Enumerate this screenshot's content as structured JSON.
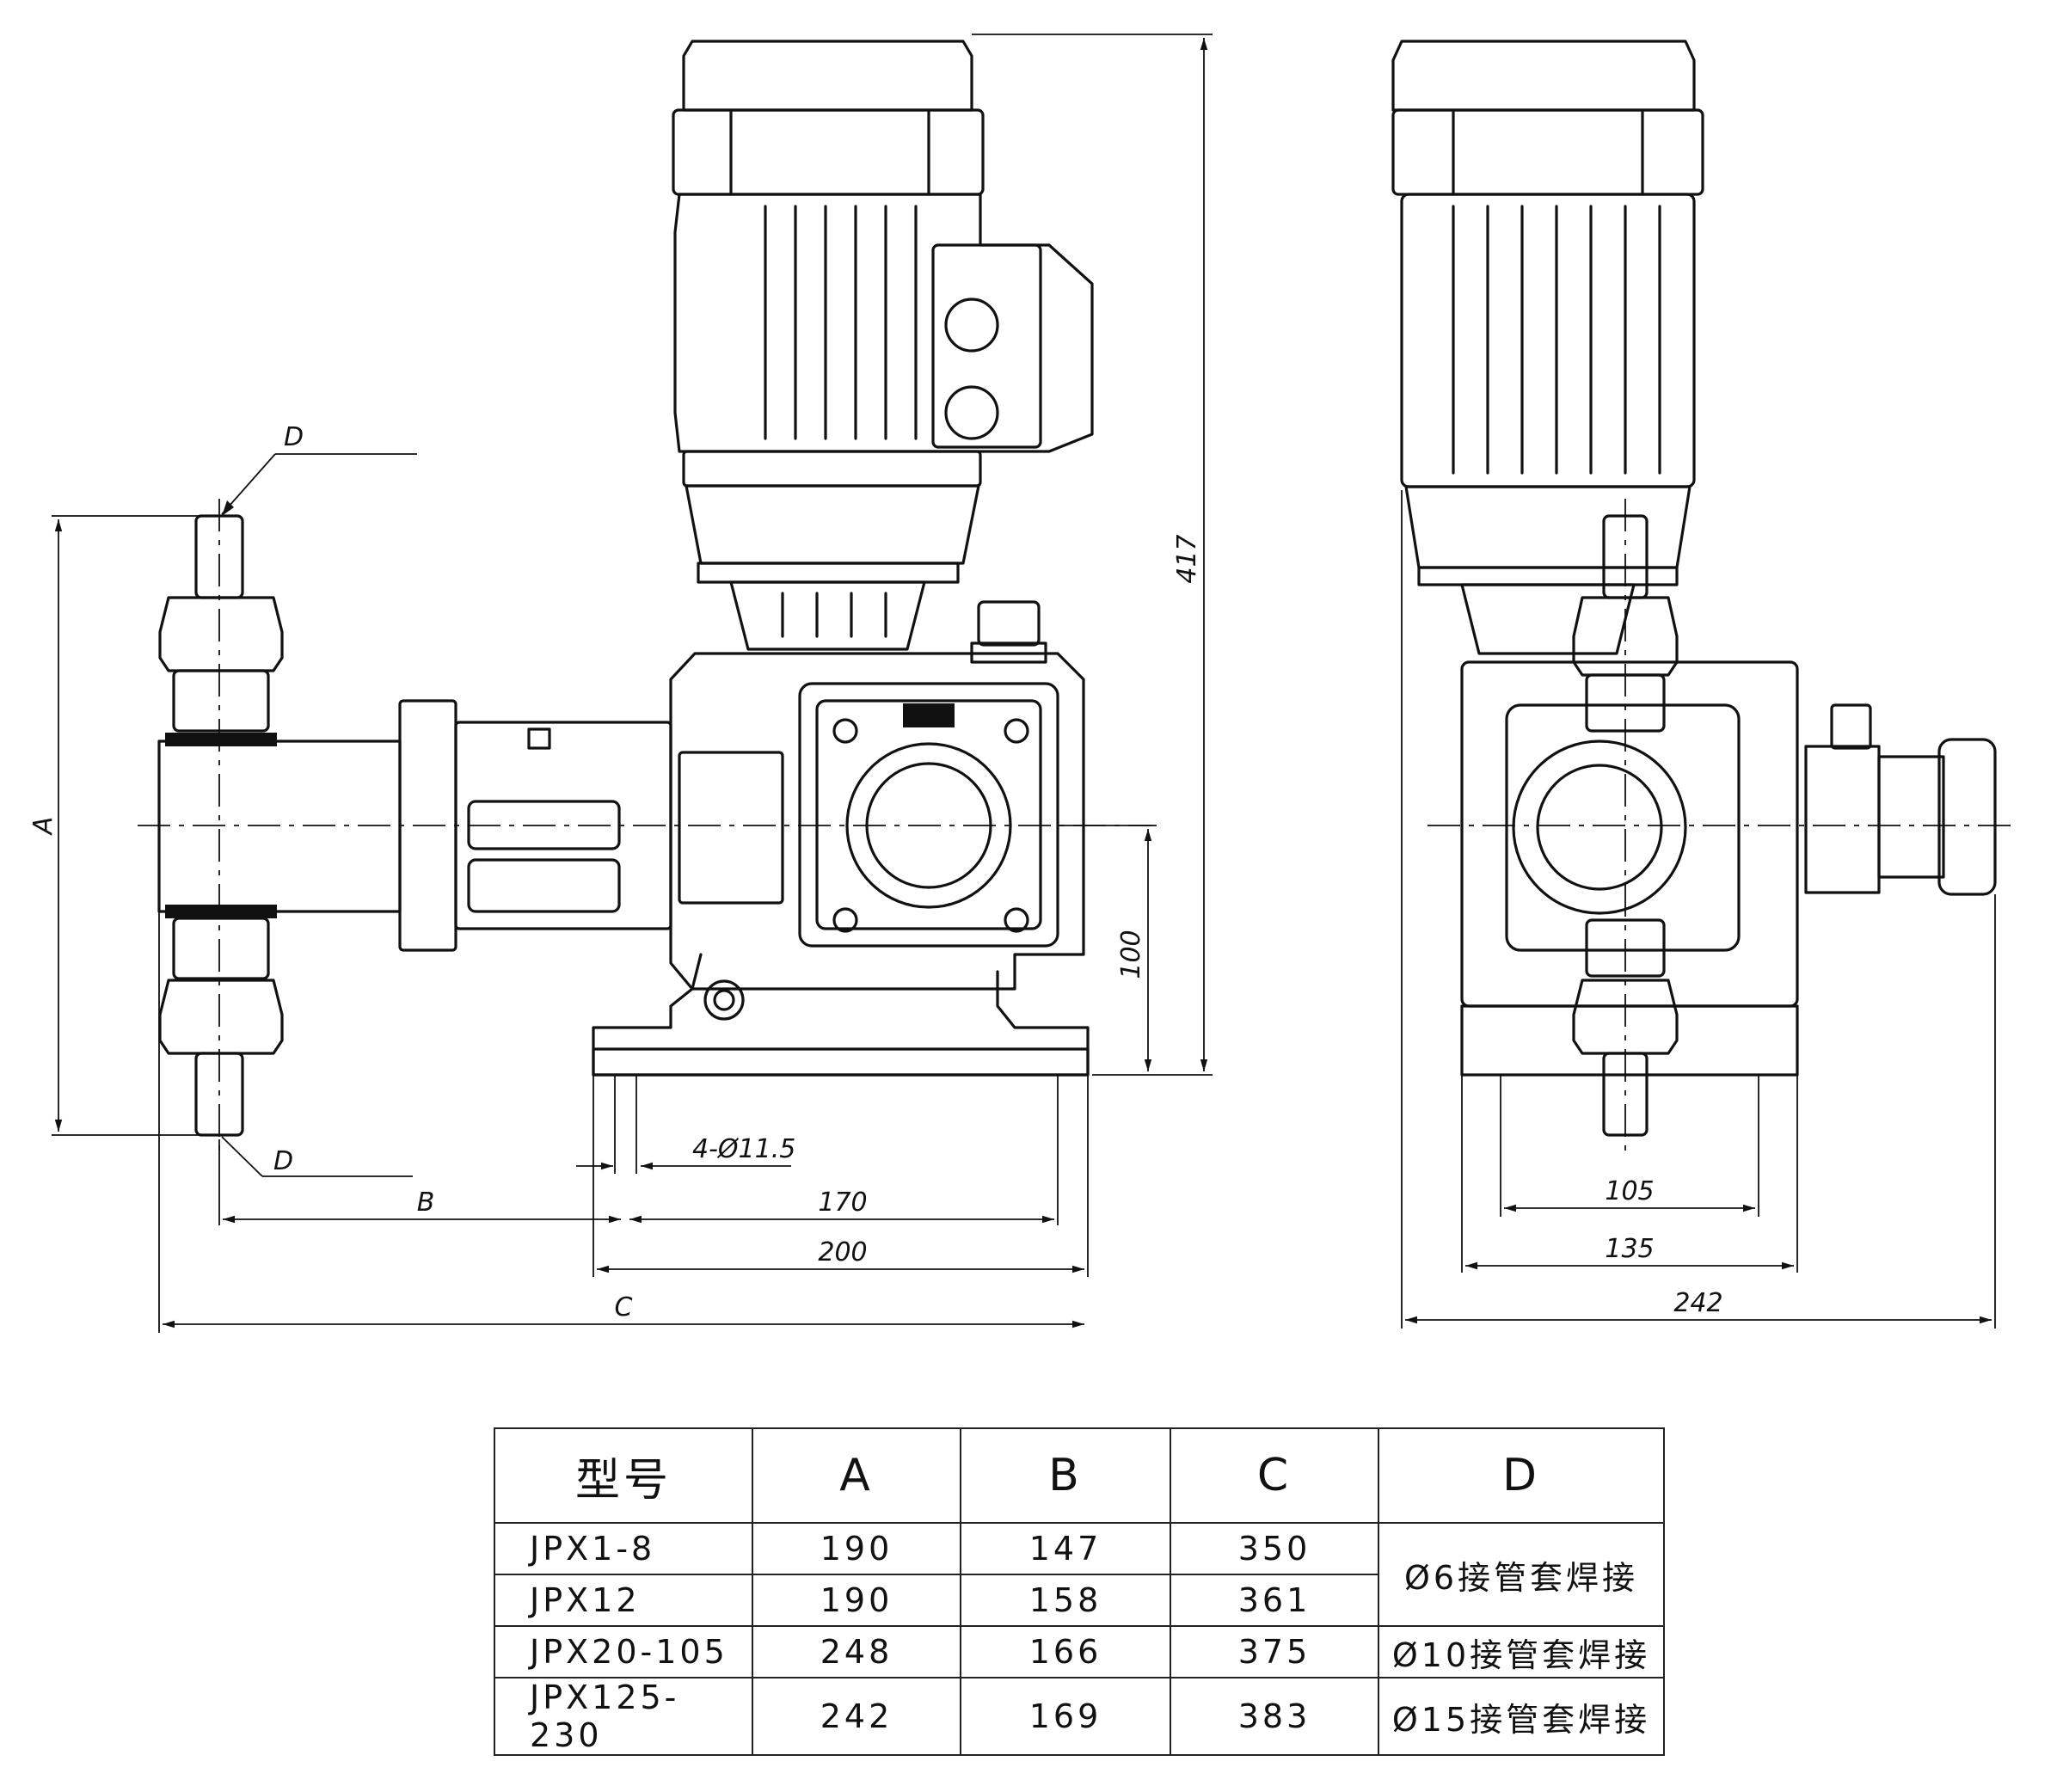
{
  "dimensions": {
    "height_total": "417",
    "axis_height": "100",
    "dim_A": "A",
    "dim_B": "B",
    "dim_C": "C",
    "dim_D_top": "D",
    "dim_D_bottom": "D",
    "holes": "4-Ø11.5",
    "base_inner": "170",
    "base_outer": "200",
    "side_inner": "105",
    "side_base": "135",
    "side_total": "242"
  },
  "table": {
    "headers": [
      "型号",
      "A",
      "B",
      "C",
      "D"
    ],
    "rows": [
      {
        "model": "JPX1-8",
        "A": "190",
        "B": "147",
        "C": "350"
      },
      {
        "model": "JPX12",
        "A": "190",
        "B": "158",
        "C": "361"
      },
      {
        "model": "JPX20-105",
        "A": "248",
        "B": "166",
        "C": "375"
      },
      {
        "model": "JPX125-230",
        "A": "242",
        "B": "169",
        "C": "383"
      }
    ],
    "d_values": [
      "Ø6接管套焊接",
      "Ø10接管套焊接",
      "Ø15接管套焊接"
    ]
  }
}
